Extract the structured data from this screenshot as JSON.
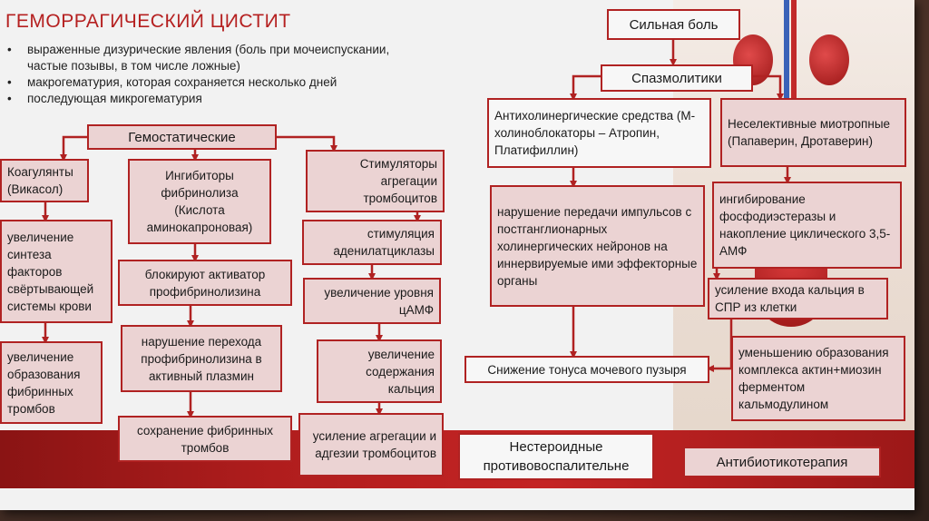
{
  "title": "ГЕМОРРАГИЧЕСКИЙ ЦИСТИТ",
  "bullet_symbol": "•",
  "bullets": [
    "выраженные дизурические явления (боль при мочеиспускании, частые позывы, в том числе ложные)",
    "макрогематурия, которая сохраняется несколько дней",
    "последующая микрогематурия"
  ],
  "boxes": {
    "hemostatic": "Гемостатические",
    "coagulants": "Коагулянты (Викасол)",
    "coag_effect": "увеличение синтеза факторов свёртывающей системы крови",
    "coag_result": "увеличение образования фибринных тромбов",
    "fibrinolysis_inhibitors": "Ингибиторы фибринолиза (Кислота аминокапроновая)",
    "block_activator": "блокируют активатор профибринолизина",
    "transition_block": "нарушение перехода профибринолизина в активный плазмин",
    "fibrin_preserve": "сохранение фибринных тромбов",
    "platelet_stimulators": "Стимуляторы агрегации тромбоцитов",
    "adenylate": "стимуляция аденилатциклазы",
    "camp": "увеличение уровня цАМФ",
    "calcium": "увеличение содержания кальция",
    "aggregation": "усиление агрегации и адгезии тромбоцитов",
    "strong_pain": "Сильная боль",
    "spasmolytics": "Спазмолитики",
    "anticholinergic": "Антихолинергические средства (М-холиноблокаторы – Атропин, Платифиллин)",
    "nonselective": "Неселективные миотропные (Папаверин, Дротаверин)",
    "transmission": "нарушение передачи импульсов с постганглионарных холинергических нейронов на иннервируемые ими эффекторные органы",
    "pde": "ингибирование фосфодиэстеразы и накопление циклического 3,5-АМФ",
    "calcium_entry": "усиление входа кальция в СПР из клетки",
    "actomyosin": "уменьшению образования комплекса актин+миозин ферментом кальмодулином",
    "bladder_tone": "Снижение тонуса мочевого пузыря",
    "nsaid": "Нестероидные противовоспалительне",
    "antibiotic": "Антибиотикотерапия"
  },
  "colors": {
    "accent": "#b02222",
    "box_fill": "#ebd3d3",
    "band": "#b01d1d",
    "title": "#b52020"
  }
}
